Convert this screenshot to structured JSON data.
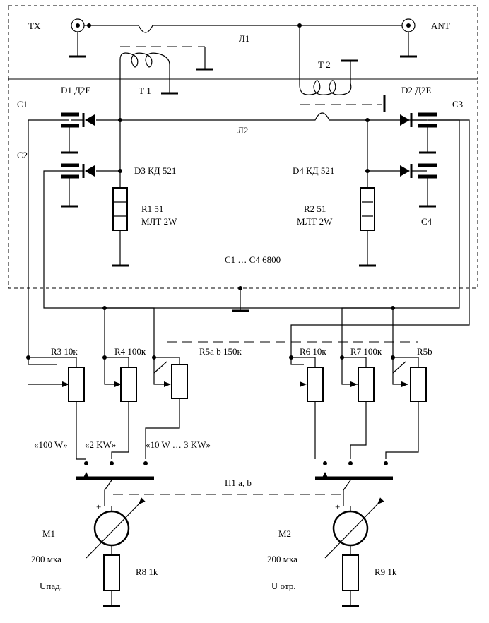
{
  "labels": {
    "tx": "TX",
    "ant": "ANT",
    "l1": "Л1",
    "l2": "Л2",
    "t1": "Т 1",
    "t2": "Т 2",
    "d1": "D1  Д2Е",
    "d2": "D2  Д2Е",
    "c1": "C1",
    "c2": "C2",
    "c3": "C3",
    "c4": "C4",
    "d3": "D3  КД 521",
    "d4": "D4  КД 521",
    "r1": "R1   51",
    "r1_type": "МЛТ 2W",
    "r2": "R2   51",
    "r2_type": "МЛТ 2W",
    "cap_note": "C1 … C4   6800",
    "r3": "R3  10к",
    "r4": "R4 100к",
    "r5ab": "R5a b  150к",
    "r6": "R6  10к",
    "r7": "R7  100к",
    "r5b": "R5b",
    "range1": "«100 W»",
    "range2": "«2 KW»",
    "range3": "«10 W … 3 KW»",
    "switch": "П1 a, b",
    "m1": "M1",
    "m1_spec": "200 мка",
    "m1_func": "Uпад.",
    "m2": "M2",
    "m2_spec": "200  мка",
    "m2_func": "U отр.",
    "r8": "R8  1k",
    "r9": "R9  1k",
    "plus1": "+",
    "plus2": "+"
  }
}
